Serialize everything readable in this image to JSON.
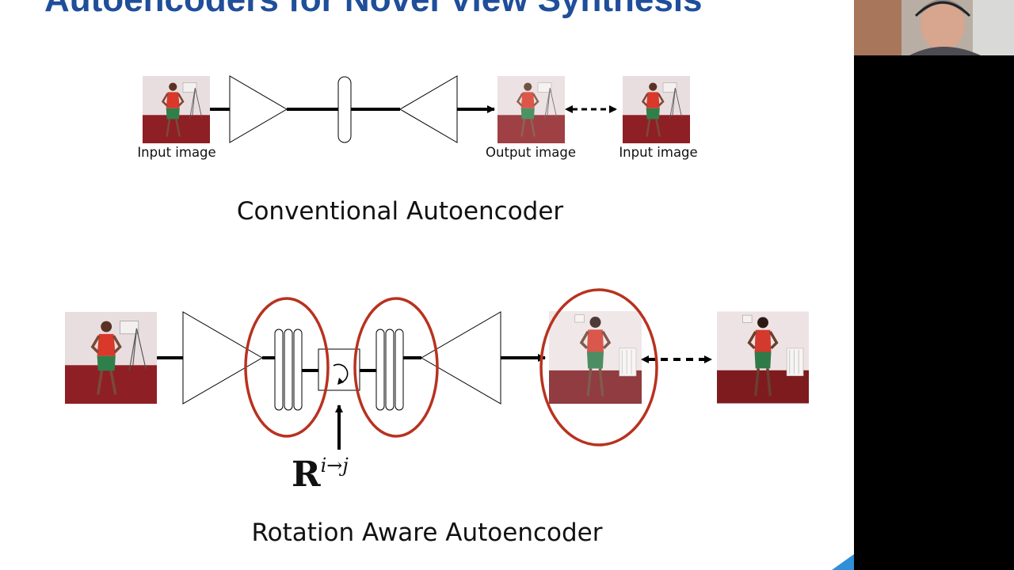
{
  "slide": {
    "title": "Autoencoders for Novel View Synthesis"
  },
  "conventional": {
    "section_title": "Conventional Autoencoder",
    "captions": [
      "Input image",
      "Output image",
      "Input image"
    ]
  },
  "rotation": {
    "section_title": "Rotation Aware Autoencoder",
    "symbol": "R",
    "superscript": "i→j"
  },
  "colors": {
    "title": "#1f4e9a",
    "highlight_ellipse": "#b8321f",
    "accent_corner": "#2f8fd8"
  },
  "icons": [
    "person-photo-icon",
    "encoder-triangle-icon",
    "decoder-triangle-icon",
    "rotation-icon",
    "arrow-icon",
    "double-arrow-icon"
  ]
}
